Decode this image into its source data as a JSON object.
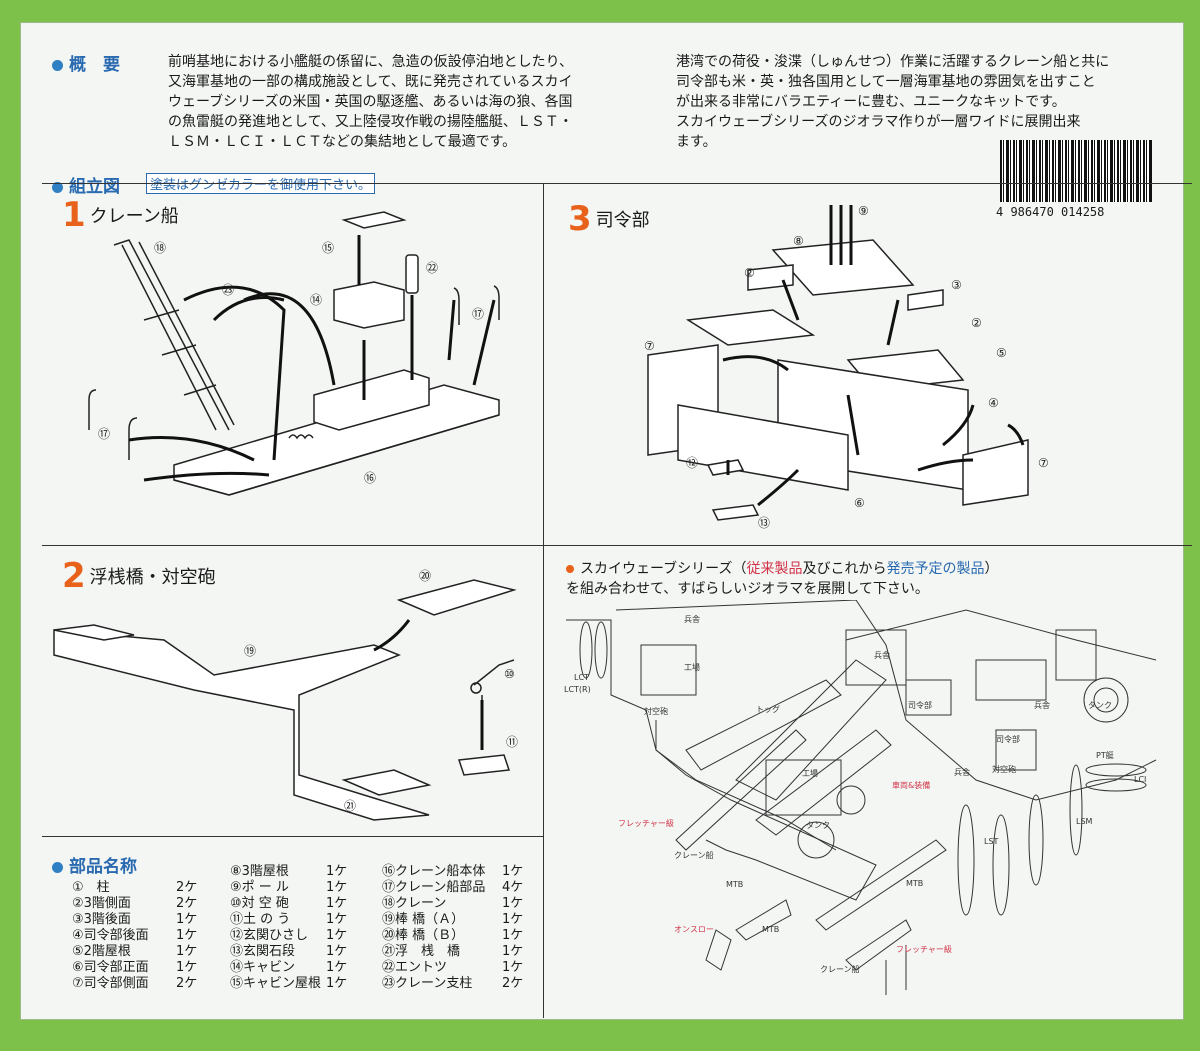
{
  "overview": {
    "heading": "概　要",
    "left_lines": [
      "前哨基地における小艦艇の係留に、急造の仮設停泊地としたり、",
      "又海軍基地の一部の構成施設として、既に発売されているスカイ",
      "ウェーブシリーズの米国・英国の駆逐艦、あるいは海の狼、各国",
      "の魚雷艇の発進地として、又上陸侵攻作戦の揚陸艦艇、ＬＳＴ・",
      "ＬＳＭ・ＬＣＩ・ＬＣＴなどの集結地として最適です。"
    ],
    "right_lines": [
      "港湾での荷役・浚渫（しゅんせつ）作業に活躍するクレーン船と共に",
      "司令部も米・英・独各国用として一層海軍基地の雰囲気を出すこと",
      "が出来る非常にバラエティーに豊む、ユニークなキットです。",
      "スカイウェーブシリーズのジオラマ作りが一層ワイドに展開出来",
      "ます。"
    ],
    "barcode_number": "4 986470 014258"
  },
  "assembly": {
    "heading": "組立図",
    "paint_note": "塗装はグンゼカラーを御使用下さい。",
    "step1": {
      "num": "1",
      "title": "クレーン船"
    },
    "step2": {
      "num": "2",
      "title": "浮桟橋・対空砲"
    },
    "step3": {
      "num": "3",
      "title": "司令部"
    }
  },
  "series": {
    "line1_prefix": "スカイウェーブシリーズ（",
    "existing": "従来製品",
    "mid": "及びこれから",
    "upcoming": "発売予定の製品",
    "line1_suffix": "）",
    "line2": "を組み合わせて、すばらしいジオラマを展開して下さい。",
    "map_labels": {
      "lct": "LCT",
      "lctr": "LCT(R)",
      "aa": "対空砲",
      "barracks1": "兵舎",
      "factory1": "工場",
      "tug": "トッグ",
      "barracks2": "兵舎",
      "hq1": "司令部",
      "barracks3": "兵舎",
      "tank1": "タンク",
      "hq2": "司令部",
      "pt": "PT艇",
      "lci": "LCI",
      "barracks4": "兵舎",
      "aa2": "対空砲",
      "factory2": "工場",
      "vehicles": "車両&装備",
      "fletcher1": "フレッチャー級",
      "tank2": "タンク",
      "crane1": "クレーン船",
      "lst": "LST",
      "lsm": "LSM",
      "mtb1": "MTB",
      "mtb2": "MTB",
      "mtb3": "MTB",
      "onslow": "オンスロー",
      "fletcher2": "フレッチャー級",
      "crane2": "クレーン船"
    }
  },
  "parts": {
    "heading": "部品名称",
    "col1": [
      {
        "name": "①　柱",
        "qty": "2ケ"
      },
      {
        "name": "②3階側面",
        "qty": "2ケ"
      },
      {
        "name": "③3階後面",
        "qty": "1ケ"
      },
      {
        "name": "④司令部後面",
        "qty": "1ケ"
      },
      {
        "name": "⑤2階屋根",
        "qty": "1ケ"
      },
      {
        "name": "⑥司令部正面",
        "qty": "1ケ"
      },
      {
        "name": "⑦司令部側面",
        "qty": "2ケ"
      }
    ],
    "col2": [
      {
        "name": "⑧3階屋根",
        "qty": "1ケ"
      },
      {
        "name": "⑨ポ ー ル",
        "qty": "1ケ"
      },
      {
        "name": "⑩対 空 砲",
        "qty": "1ケ"
      },
      {
        "name": "⑪土 の う",
        "qty": "1ケ"
      },
      {
        "name": "⑫玄関ひさし",
        "qty": "1ケ"
      },
      {
        "name": "⑬玄関石段",
        "qty": "1ケ"
      },
      {
        "name": "⑭キャビン",
        "qty": "1ケ"
      },
      {
        "name": "⑮キャビン屋根",
        "qty": "1ケ"
      }
    ],
    "col3": [
      {
        "name": "⑯クレーン船本体",
        "qty": "1ケ"
      },
      {
        "name": "⑰クレーン船部品",
        "qty": "4ケ"
      },
      {
        "name": "⑱クレーン",
        "qty": "1ケ"
      },
      {
        "name": "⑲棒 橋（Ａ）",
        "qty": "1ケ"
      },
      {
        "name": "⑳棒 橋（Ｂ）",
        "qty": "1ケ"
      },
      {
        "name": "㉑浮　桟　橋",
        "qty": "1ケ"
      },
      {
        "name": "㉒エントツ",
        "qty": "1ケ"
      },
      {
        "name": "㉓クレーン支柱",
        "qty": "2ケ"
      }
    ]
  },
  "callouts": {
    "c18": "⑱",
    "c23": "㉓",
    "c15": "⑮",
    "c22": "㉒",
    "c14": "⑭",
    "c17a": "⑰",
    "c17b": "⑰",
    "c16": "⑯",
    "c9": "⑨",
    "c8": "⑧",
    "c2a": "②",
    "c3": "③",
    "c2b": "②",
    "c5": "⑤",
    "c7a": "⑦",
    "c4": "④",
    "c12": "⑫",
    "c7b": "⑦",
    "c6": "⑥",
    "c13": "⑬",
    "c20": "⑳",
    "c19": "⑲",
    "c10": "⑩",
    "c11": "⑪",
    "c21": "㉑"
  },
  "colors": {
    "frame": "#7dc04a",
    "accent_orange": "#e8621c",
    "accent_blue": "#2a6ab0",
    "accent_red": "#d2334a"
  }
}
